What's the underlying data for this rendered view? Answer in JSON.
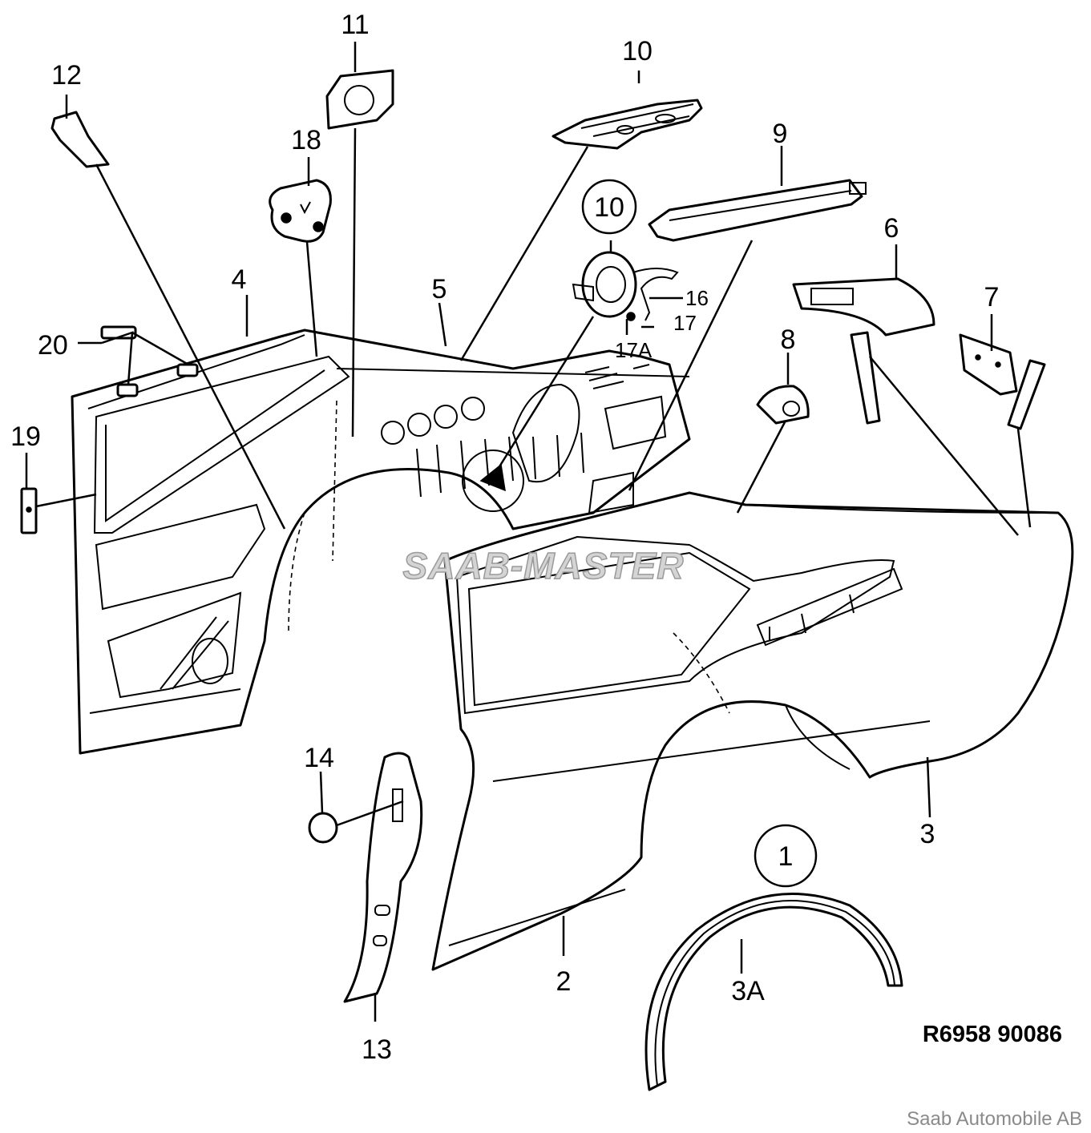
{
  "labels": {
    "p1": "1",
    "p2": "2",
    "p3": "3",
    "p3a": "3A",
    "p4": "4",
    "p5": "5",
    "p6": "6",
    "p7": "7",
    "p8": "8",
    "p9": "9",
    "p10": "10",
    "p10b": "10",
    "p11": "11",
    "p12": "12",
    "p13": "13",
    "p14": "14",
    "p16": "16",
    "p17": "17",
    "p17a": "17A",
    "p18": "18",
    "p19": "19",
    "p20": "20"
  },
  "reference": "R6958 90086",
  "watermark": "SAAB-MASTER",
  "copyright": "Saab Automobile AB"
}
